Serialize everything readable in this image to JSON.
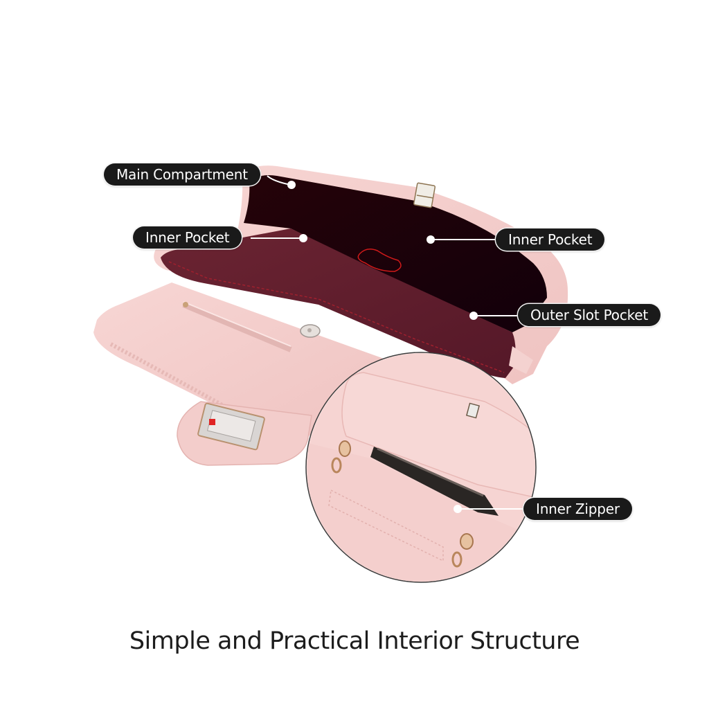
{
  "colors": {
    "background": "#ffffff",
    "label_bg": "#1a1a1a",
    "label_text": "#ffffff",
    "leather_pink": "#f2c9c7",
    "lining_burgundy": "#5e1d2a",
    "interior_dark": "#1a0208",
    "caption_text": "#1c1c1c"
  },
  "callouts": [
    {
      "id": "main-compartment",
      "label": "Main Compartment"
    },
    {
      "id": "inner-pocket-left",
      "label": "Inner Pocket"
    },
    {
      "id": "inner-pocket-right",
      "label": "Inner Pocket"
    },
    {
      "id": "outer-slot-pocket",
      "label": "Outer Slot Pocket"
    },
    {
      "id": "inner-zipper",
      "label": "Inner Zipper"
    }
  ],
  "caption": "Simple and Practical Interior Structure"
}
